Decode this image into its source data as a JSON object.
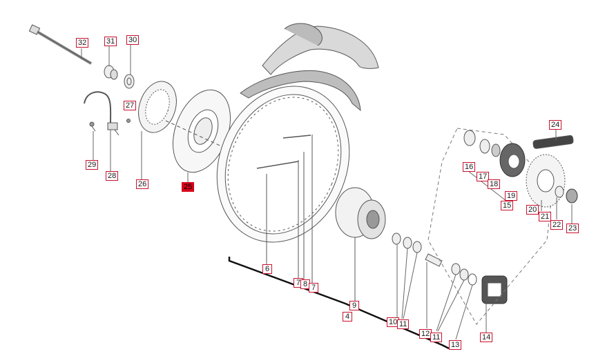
{
  "colors": {
    "callout_border": "#c8102e",
    "callout_highlight": "#d7001a",
    "line": "#555555",
    "fill": "#e6e6e6"
  },
  "callouts": [
    {
      "id": "32",
      "text": "32"
    },
    {
      "id": "31",
      "text": "31"
    },
    {
      "id": "30",
      "text": "30"
    },
    {
      "id": "27",
      "text": "27"
    },
    {
      "id": "29",
      "text": "29"
    },
    {
      "id": "28",
      "text": "28"
    },
    {
      "id": "26",
      "text": "26"
    },
    {
      "id": "25",
      "text": "25",
      "highlighted": true
    },
    {
      "id": "6",
      "text": "6"
    },
    {
      "id": "7a",
      "text": "7"
    },
    {
      "id": "8",
      "text": "8"
    },
    {
      "id": "7b",
      "text": "7"
    },
    {
      "id": "9",
      "text": "9"
    },
    {
      "id": "4",
      "text": "4"
    },
    {
      "id": "10",
      "text": "10"
    },
    {
      "id": "11a",
      "text": "11"
    },
    {
      "id": "12",
      "text": "12"
    },
    {
      "id": "11b",
      "text": "11"
    },
    {
      "id": "13",
      "text": "13"
    },
    {
      "id": "14",
      "text": "14"
    },
    {
      "id": "16",
      "text": "16"
    },
    {
      "id": "17",
      "text": "17"
    },
    {
      "id": "18",
      "text": "18"
    },
    {
      "id": "19",
      "text": "19"
    },
    {
      "id": "15",
      "text": "15"
    },
    {
      "id": "24",
      "text": "24"
    },
    {
      "id": "20",
      "text": "20"
    },
    {
      "id": "21",
      "text": "21"
    },
    {
      "id": "22",
      "text": "22"
    },
    {
      "id": "23",
      "text": "23"
    }
  ]
}
